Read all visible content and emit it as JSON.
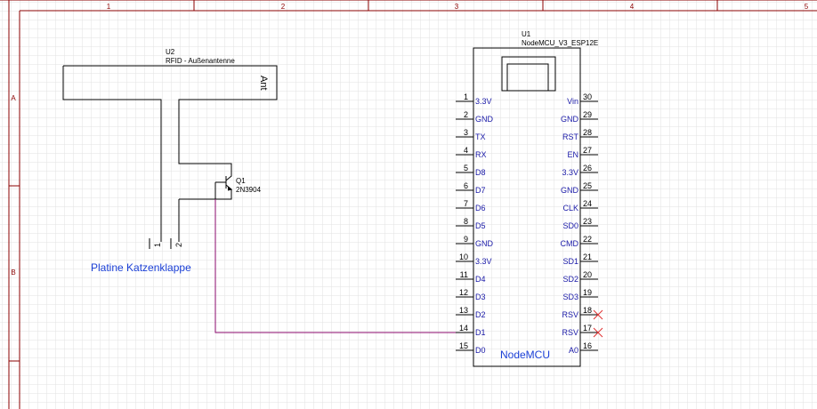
{
  "frame": {
    "col_labels": [
      "1",
      "2",
      "3",
      "4",
      "5"
    ],
    "row_labels": [
      "A",
      "B"
    ]
  },
  "antenna": {
    "ref": "U2",
    "value": "RFID - Außenantenne",
    "label": "Ant",
    "pin1": "1",
    "pin2": "2"
  },
  "transistor": {
    "ref": "Q1",
    "value": "2N3904"
  },
  "connector_label": "Platine Katzenklappe",
  "mcu": {
    "ref": "U1",
    "value": "NodeMCU_V3_ESP12E",
    "body_label": "NodeMCU",
    "left_pins": [
      {
        "num": "1",
        "name": "3.3V"
      },
      {
        "num": "2",
        "name": "GND"
      },
      {
        "num": "3",
        "name": "TX"
      },
      {
        "num": "4",
        "name": "RX"
      },
      {
        "num": "5",
        "name": "D8"
      },
      {
        "num": "6",
        "name": "D7"
      },
      {
        "num": "7",
        "name": "D6"
      },
      {
        "num": "8",
        "name": "D5"
      },
      {
        "num": "9",
        "name": "GND"
      },
      {
        "num": "10",
        "name": "3.3V"
      },
      {
        "num": "11",
        "name": "D4"
      },
      {
        "num": "12",
        "name": "D3"
      },
      {
        "num": "13",
        "name": "D2"
      },
      {
        "num": "14",
        "name": "D1"
      },
      {
        "num": "15",
        "name": "D0"
      }
    ],
    "right_pins": [
      {
        "num": "30",
        "name": "Vin",
        "nc": false
      },
      {
        "num": "29",
        "name": "GND",
        "nc": false
      },
      {
        "num": "28",
        "name": "RST",
        "nc": false
      },
      {
        "num": "27",
        "name": "EN",
        "nc": false
      },
      {
        "num": "26",
        "name": "3.3V",
        "nc": false
      },
      {
        "num": "25",
        "name": "GND",
        "nc": false
      },
      {
        "num": "24",
        "name": "CLK",
        "nc": false
      },
      {
        "num": "23",
        "name": "SD0",
        "nc": false
      },
      {
        "num": "22",
        "name": "CMD",
        "nc": false
      },
      {
        "num": "21",
        "name": "SD1",
        "nc": false
      },
      {
        "num": "20",
        "name": "SD2",
        "nc": false
      },
      {
        "num": "19",
        "name": "SD3",
        "nc": false
      },
      {
        "num": "18",
        "name": "RSV",
        "nc": true
      },
      {
        "num": "17",
        "name": "RSV",
        "nc": true
      },
      {
        "num": "16",
        "name": "A0",
        "nc": false
      }
    ]
  },
  "colors": {
    "frame": "#8b0000",
    "wire": "#8b0a6e",
    "component": "#000000",
    "pin_text": "#1a1aa8",
    "label_blue": "#1a3fd6",
    "nc_mark": "#e03030",
    "grid": "#e2e2e2"
  }
}
